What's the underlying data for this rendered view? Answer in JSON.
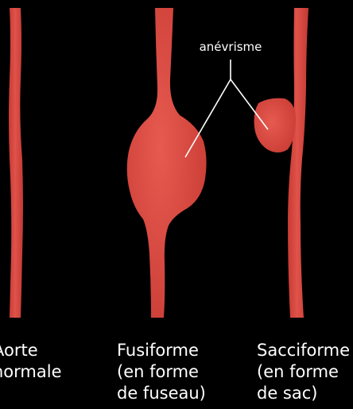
{
  "colors": {
    "background": "#000000",
    "vessel": "#d9473f",
    "vessel_highlight": "#ea5d51",
    "text": "#ffffff",
    "leader_line": "#ffffff"
  },
  "callout": {
    "label": "anévrisme"
  },
  "vessels": [
    {
      "id": "normal",
      "lines": [
        "Aorte",
        "normale"
      ]
    },
    {
      "id": "fusiform",
      "lines": [
        "Fusiforme",
        "(en forme",
        "de fuseau)"
      ]
    },
    {
      "id": "saccular",
      "lines": [
        "Sacciforme",
        "(en forme",
        "de sac)"
      ]
    }
  ]
}
